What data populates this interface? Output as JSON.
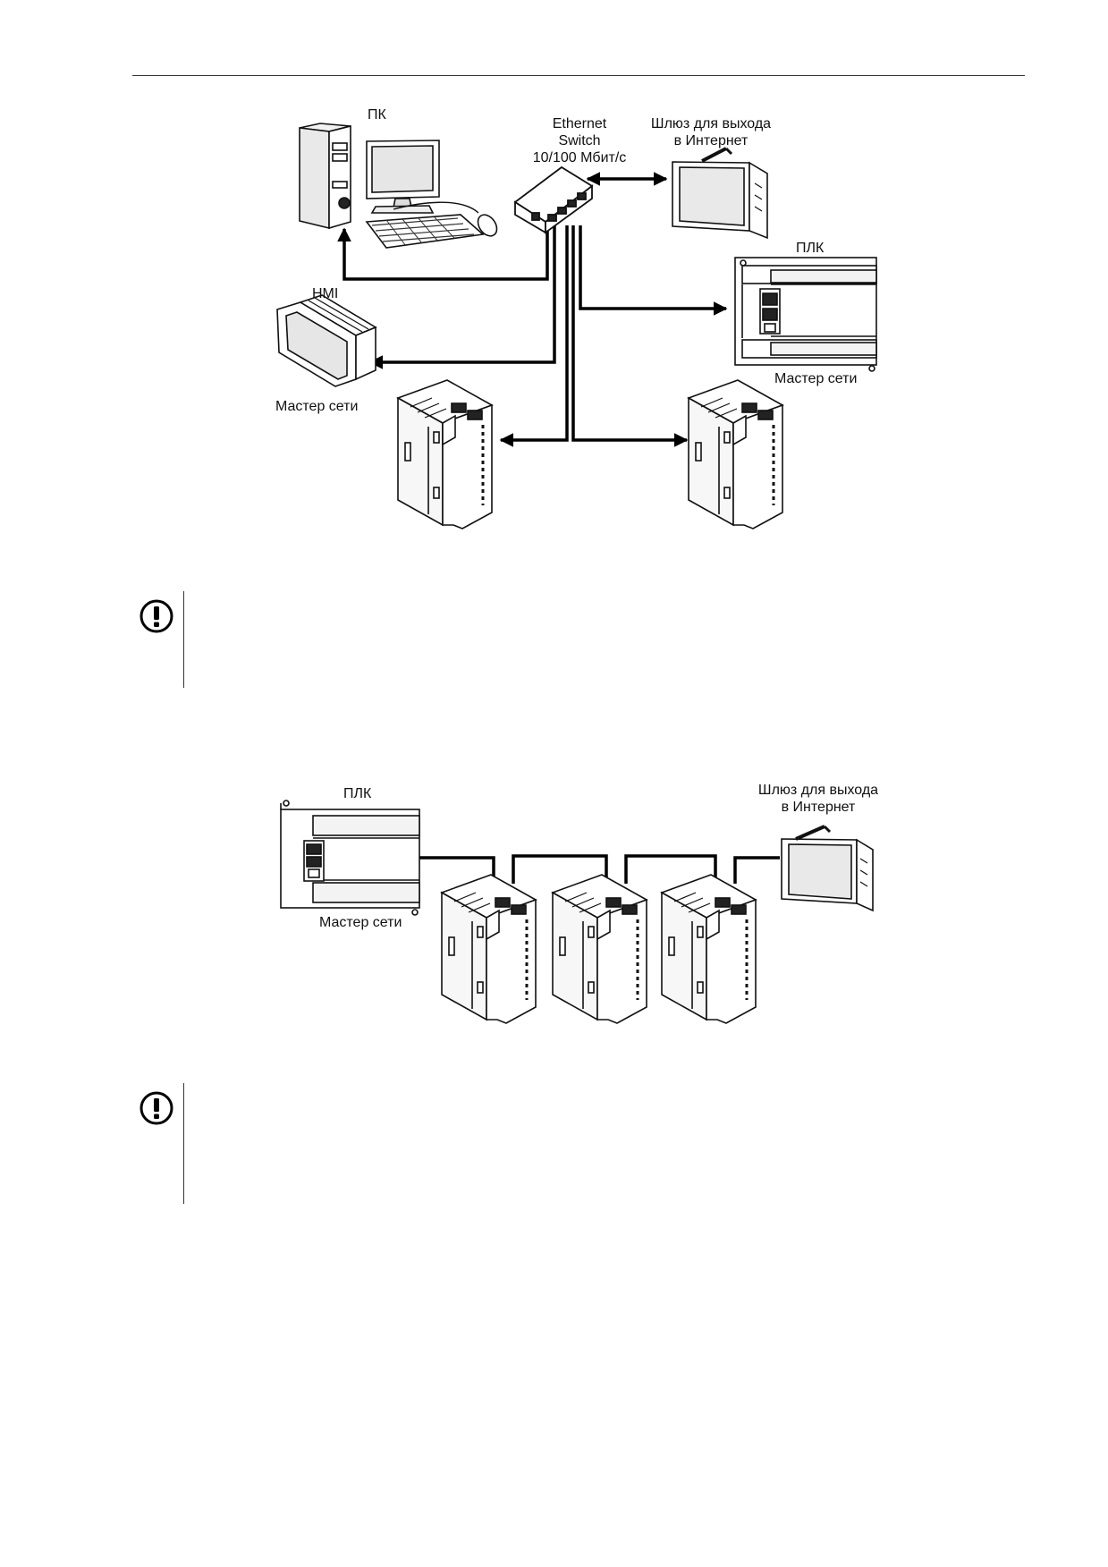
{
  "diagram_top": {
    "pc_label": "ПК",
    "switch_label": [
      "Ethernet",
      "Switch",
      "10/100 Мбит/с"
    ],
    "gateway_label": [
      "Шлюз для выхода",
      "в Интернет"
    ],
    "plc_label": "ПЛК",
    "plc_master_label": "Мастер сети",
    "hmi_label": "HMI",
    "hmi_master_label": "Мастер сети"
  },
  "diagram_bottom": {
    "plc_label": "ПЛК",
    "plc_master_label": "Мастер сети",
    "gateway_label": [
      "Шлюз для выхода",
      "в Интернет"
    ]
  },
  "icons": {
    "notice": "exclamation-circle-icon"
  }
}
